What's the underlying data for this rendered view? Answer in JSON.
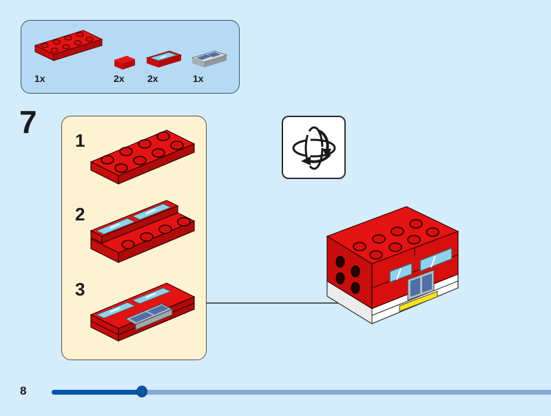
{
  "page": {
    "page_number": "8",
    "progress_fraction": 0.18
  },
  "parts_list": {
    "items": [
      {
        "name": "red-plate-2x4",
        "quantity": "1x"
      },
      {
        "name": "red-tile-1x1",
        "quantity": "2x"
      },
      {
        "name": "red-tile-1x2-window",
        "quantity": "2x"
      },
      {
        "name": "gray-tile-1x2-grille",
        "quantity": "1x"
      }
    ]
  },
  "step": {
    "number": "7",
    "substeps": [
      {
        "label": "1"
      },
      {
        "label": "2"
      },
      {
        "label": "3"
      }
    ],
    "rotate_icon": "rotate-model-icon"
  },
  "colors": {
    "background": "#d5ecfb",
    "parts_box": "#b6daf4",
    "substep_panel": "#fdf2d2",
    "brick_red": "#d90f0f",
    "window_blue": "#8fd2ee",
    "grille_gray": "#b7bcc4",
    "bumper_yellow": "#f8e31a",
    "progress_fill": "#0057a8",
    "progress_track": "#85a8d6"
  }
}
